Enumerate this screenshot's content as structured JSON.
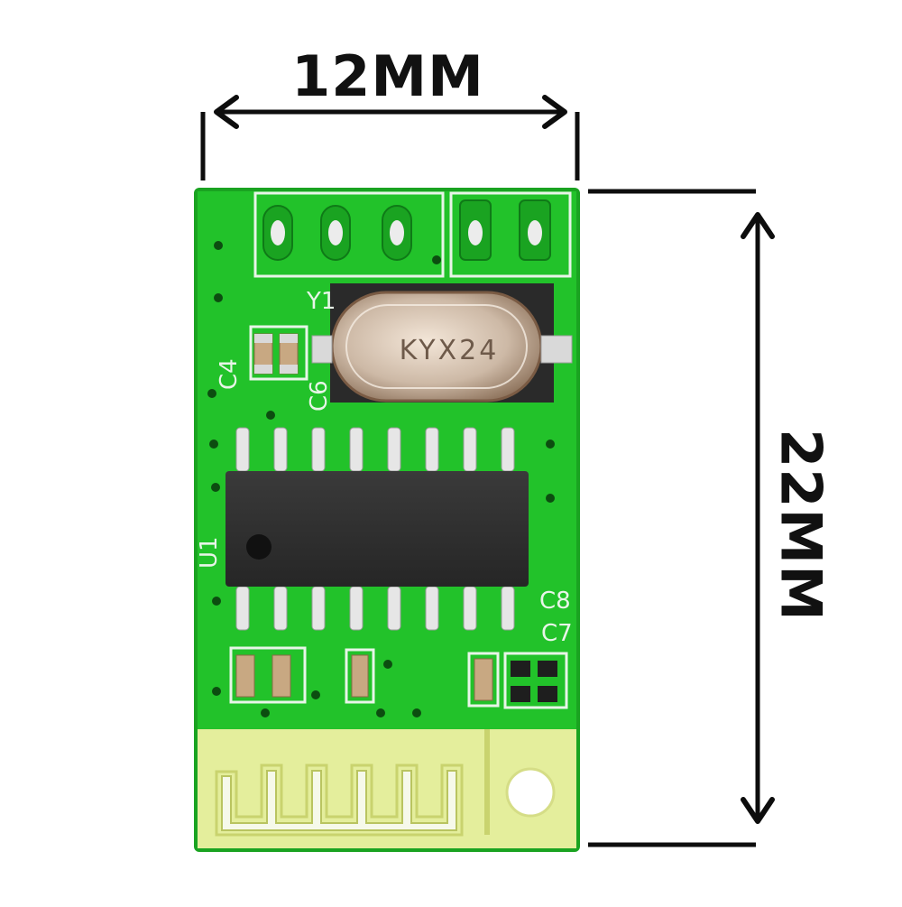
{
  "dimensions": {
    "width_label": "12MM",
    "height_label": "22MM"
  },
  "module": {
    "crystal_marking": "KYX24",
    "silkscreen": {
      "y1": "Y1",
      "c4": "C4",
      "c6": "C6",
      "u1": "U1",
      "c8": "C8",
      "c7": "C7"
    }
  },
  "colors": {
    "pcb_green": "#22c22a",
    "pcb_edge": "#1aa321",
    "antenna_area": "#e8f0a0",
    "chip_body": "#2e2e2e",
    "pad_silver": "#d9d9d9",
    "crystal_metal": "#cdb9a6",
    "arrow_black": "#0d0d0d"
  }
}
